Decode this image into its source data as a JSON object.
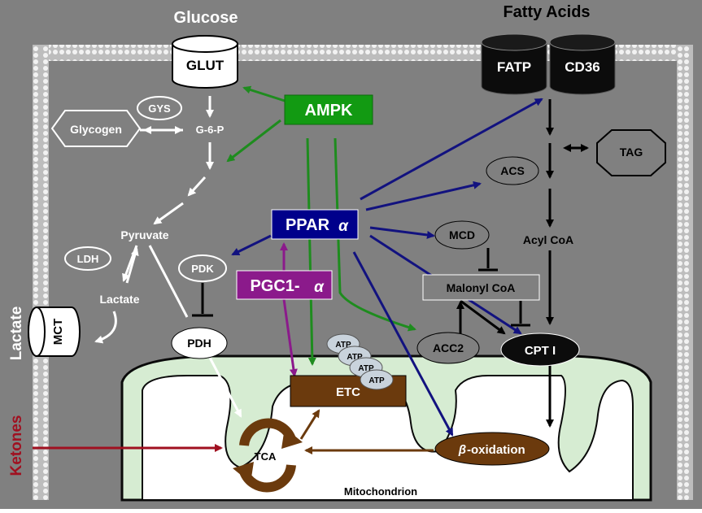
{
  "labels": {
    "glucose": "Glucose",
    "fatty_acids": "Fatty Acids",
    "glut": "GLUT",
    "fatp": "FATP",
    "cd36": "CD36",
    "ampk": "AMPK",
    "gys": "GYS",
    "glycogen": "Glycogen",
    "g6p": "G-6-P",
    "acs": "ACS",
    "tag": "TAG",
    "ppar": "PPAR",
    "alpha": "α",
    "pyruvate": "Pyruvate",
    "ldh": "LDH",
    "pdk": "PDK",
    "pgc1": "PGC1-",
    "lactate": "Lactate",
    "lactate_side": "Lactate",
    "mct": "MCT",
    "pdh": "PDH",
    "mcd": "MCD",
    "acyl_coa": "Acyl CoA",
    "malonyl_coa": "Malonyl CoA",
    "acc2": "ACC2",
    "cpt1": "CPT I",
    "atp": "ATP",
    "etc": "ETC",
    "ketones": "Ketones",
    "tca": "TCA",
    "beta_prefix": "β",
    "beta_oxidation": "-oxidation",
    "mitochondrion": "Mitochondrion"
  },
  "colors": {
    "background": "#808080",
    "membrane": "#d9d9d9",
    "ampk_box": "#129a12",
    "ppar_box": "#00008b",
    "pgc1_box": "#8b1a8b",
    "ampk_arrow": "#1e8c1e",
    "ppar_arrow": "#12127f",
    "pgc1_arrow": "#8b1a8b",
    "ketone_arrow": "#a01020",
    "mito_fill": "#d6ecd2",
    "etc_box": "#6b3a0d",
    "tca_arrow": "#6b3a0d",
    "transporter_black": "#0c0c0c"
  }
}
